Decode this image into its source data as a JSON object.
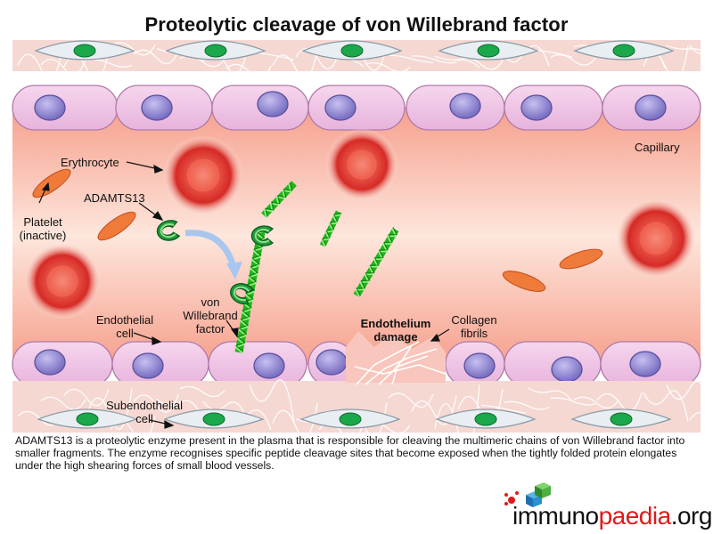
{
  "title": "Proteolytic cleavage of von Willebrand factor",
  "labels": {
    "capillary": "Capillary",
    "erythrocyte": "Erythrocyte",
    "adamts13": "ADAMTS13",
    "platelet_line1": "Platelet",
    "platelet_line2": "(inactive)",
    "vwf_line1": "von",
    "vwf_line2": "Willebrand",
    "vwf_line3": "factor",
    "endothelial_line1": "Endothelial",
    "endothelial_line2": "cell",
    "damage_line1": "Endothelium",
    "damage_line2": "damage",
    "collagen_line1": "Collagen",
    "collagen_line2": "fibrils",
    "subendo_line1": "Subendothelial",
    "subendo_line2": "cell"
  },
  "caption": "ADAMTS13 is a proteolytic enzyme present in the plasma that is responsible for cleaving the multimeric chains of von Willebrand factor into smaller fragments. The enzyme recognises specific peptide cleavage sites that become exposed when the tightly folded protein elongates under the high shearing forces of small blood vessels.",
  "logo": {
    "part1": "immuno",
    "part2": "paedia",
    "part3": ".org"
  },
  "colors": {
    "vessel": "#f28c78",
    "endothelial_cell": "#f0c6e6",
    "nucleus": "#8f86cf",
    "vwf": "#22c61e",
    "adamts13": "#1f9a3a",
    "platelet": "#f07a3a",
    "erythrocyte": "#e0302a",
    "subendothelial_nucleus": "#1aa84a",
    "logo_accent": "#e01a1a"
  }
}
